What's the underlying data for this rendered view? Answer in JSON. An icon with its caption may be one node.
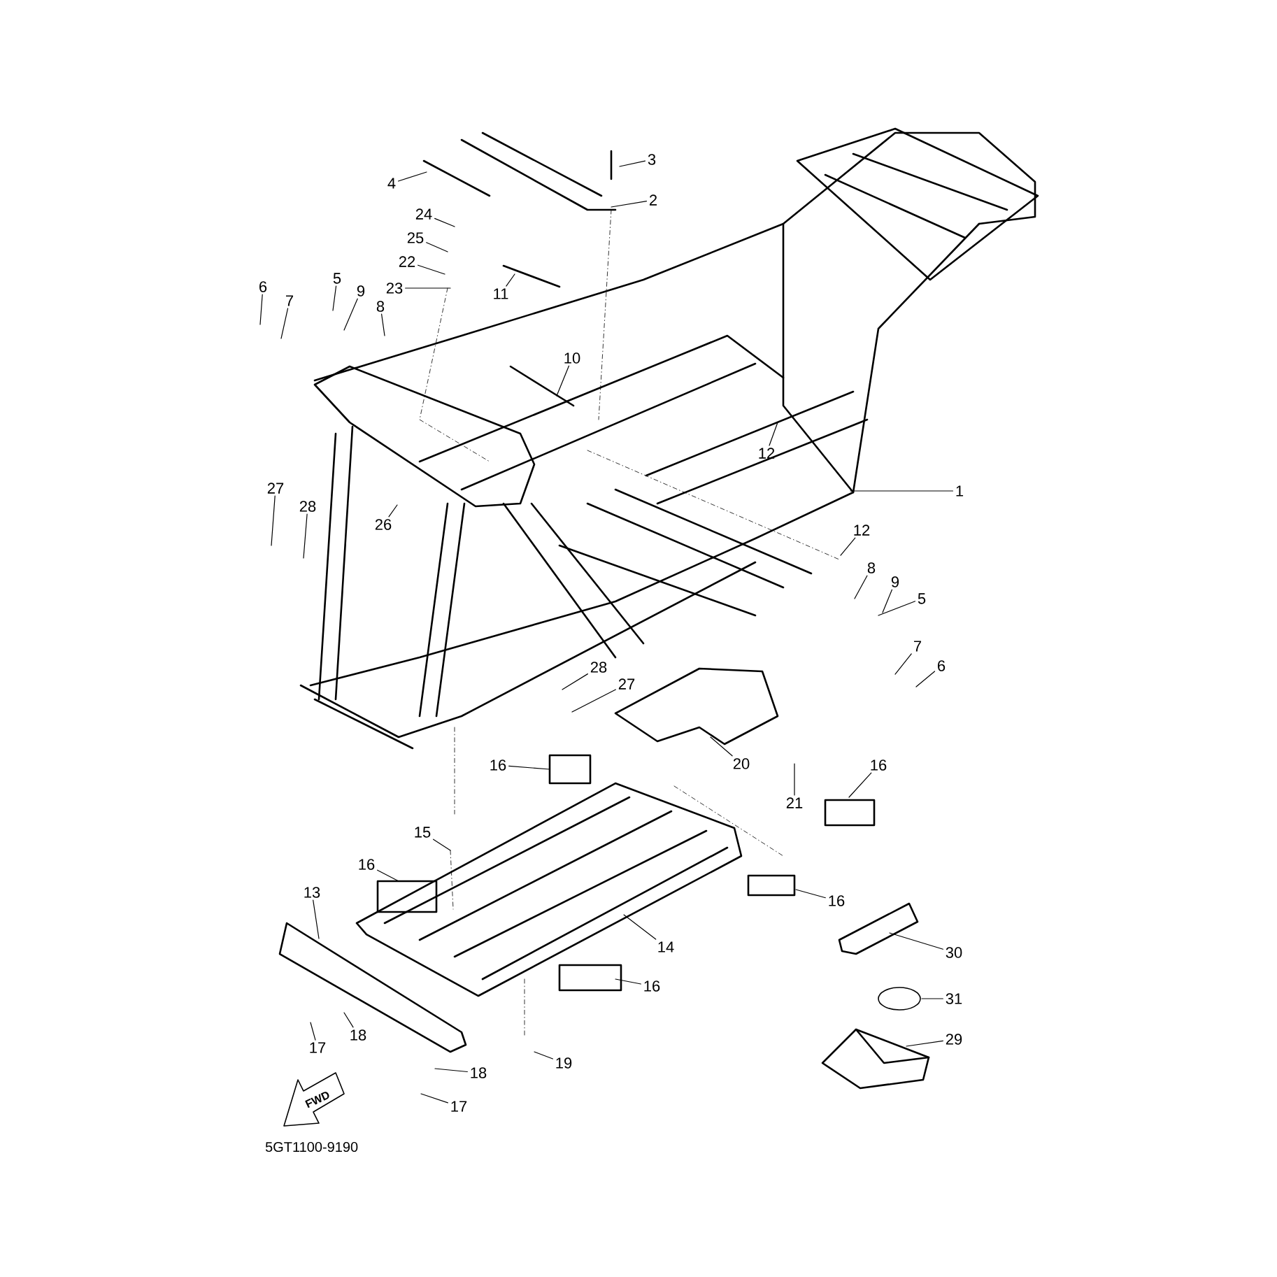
{
  "diagram": {
    "nodes": [
      {
        "text": [
          "4"
        ]
      },
      {
        "text": [
          "3"
        ]
      },
      {
        "text": [
          "2"
        ]
      },
      {
        "text": [
          "24"
        ]
      },
      {
        "text": [
          "25"
        ]
      },
      {
        "text": [
          "22"
        ]
      },
      {
        "text": [
          "11"
        ]
      },
      {
        "text": [
          "23"
        ]
      },
      {
        "text": [
          "5"
        ]
      },
      {
        "text": [
          "6"
        ]
      },
      {
        "text": [
          "7"
        ]
      },
      {
        "text": [
          "9"
        ]
      },
      {
        "text": [
          "8"
        ]
      },
      {
        "text": [
          "10"
        ]
      },
      {
        "text": [
          "12"
        ]
      },
      {
        "text": [
          "1"
        ]
      },
      {
        "text": [
          "27"
        ]
      },
      {
        "text": [
          "28"
        ]
      },
      {
        "text": [
          "26"
        ]
      },
      {
        "text": [
          "12"
        ]
      },
      {
        "text": [
          "8"
        ]
      },
      {
        "text": [
          "9"
        ]
      },
      {
        "text": [
          "5"
        ]
      },
      {
        "text": [
          "7"
        ]
      },
      {
        "text": [
          "6"
        ]
      },
      {
        "text": [
          "28"
        ]
      },
      {
        "text": [
          "27"
        ]
      },
      {
        "text": [
          "20"
        ]
      },
      {
        "text": [
          "16"
        ]
      },
      {
        "text": [
          "16"
        ]
      },
      {
        "text": [
          "21"
        ]
      },
      {
        "text": [
          "15"
        ]
      },
      {
        "text": [
          "16"
        ]
      },
      {
        "text": [
          "16"
        ]
      },
      {
        "text": [
          "13"
        ]
      },
      {
        "text": [
          "14"
        ]
      },
      {
        "text": [
          "30"
        ]
      },
      {
        "text": [
          "16"
        ]
      },
      {
        "text": [
          "31"
        ]
      },
      {
        "text": [
          "17"
        ]
      },
      {
        "text": [
          "18"
        ]
      },
      {
        "text": [
          "19"
        ]
      },
      {
        "text": [
          "29"
        ]
      },
      {
        "text": [
          "18"
        ]
      },
      {
        "text": [
          "17"
        ]
      }
    ],
    "edges": [
      {
        "from": 0,
        "to": null,
        "arrow": "none"
      },
      {
        "from": 1,
        "to": null,
        "arrow": "none"
      },
      {
        "from": 2,
        "to": null,
        "arrow": "none"
      },
      {
        "from": 3,
        "to": null,
        "arrow": "none"
      },
      {
        "from": 4,
        "to": null,
        "arrow": "none"
      },
      {
        "from": 5,
        "to": null,
        "arrow": "none"
      },
      {
        "from": 6,
        "to": null,
        "arrow": "none"
      },
      {
        "from": 7,
        "to": null,
        "arrow": "none"
      },
      {
        "from": 8,
        "to": null,
        "arrow": "none"
      },
      {
        "from": 9,
        "to": null,
        "arrow": "none"
      },
      {
        "from": 10,
        "to": null,
        "arrow": "none"
      },
      {
        "from": 11,
        "to": null,
        "arrow": "none"
      },
      {
        "from": 12,
        "to": null,
        "arrow": "none"
      },
      {
        "from": 13,
        "to": null,
        "arrow": "none"
      },
      {
        "from": 14,
        "to": null,
        "arrow": "none"
      },
      {
        "from": 15,
        "to": null,
        "arrow": "none"
      },
      {
        "from": 16,
        "to": null,
        "arrow": "none"
      },
      {
        "from": 17,
        "to": null,
        "arrow": "none"
      },
      {
        "from": 18,
        "to": null,
        "arrow": "none"
      },
      {
        "from": 19,
        "to": null,
        "arrow": "none"
      },
      {
        "from": 20,
        "to": null,
        "arrow": "none"
      },
      {
        "from": 21,
        "to": null,
        "arrow": "none"
      },
      {
        "from": 22,
        "to": null,
        "arrow": "none"
      },
      {
        "from": 23,
        "to": null,
        "arrow": "none"
      },
      {
        "from": 24,
        "to": null,
        "arrow": "none"
      },
      {
        "from": 25,
        "to": null,
        "arrow": "none"
      },
      {
        "from": 26,
        "to": null,
        "arrow": "none"
      },
      {
        "from": 27,
        "to": null,
        "arrow": "none"
      },
      {
        "from": 28,
        "to": null,
        "arrow": "none"
      },
      {
        "from": 29,
        "to": null,
        "arrow": "none"
      },
      {
        "from": 30,
        "to": null,
        "arrow": "none"
      },
      {
        "from": 31,
        "to": null,
        "arrow": "none"
      },
      {
        "from": 32,
        "to": null,
        "arrow": "none"
      },
      {
        "from": 33,
        "to": null,
        "arrow": "none"
      },
      {
        "from": 34,
        "to": null,
        "arrow": "none"
      },
      {
        "from": 35,
        "to": null,
        "arrow": "none"
      },
      {
        "from": 36,
        "to": null,
        "arrow": "none"
      },
      {
        "from": 37,
        "to": null,
        "arrow": "none"
      },
      {
        "from": 38,
        "to": null,
        "arrow": "none"
      },
      {
        "from": 39,
        "to": null,
        "arrow": "none"
      },
      {
        "from": 40,
        "to": null,
        "arrow": "none"
      },
      {
        "from": 41,
        "to": null,
        "arrow": "none"
      },
      {
        "from": 42,
        "to": null,
        "arrow": "none"
      },
      {
        "from": 43,
        "to": null,
        "arrow": "none"
      },
      {
        "from": 44,
        "to": null,
        "arrow": "none"
      }
    ],
    "labels": [
      "FWD",
      "5GT1100-9190"
    ]
  }
}
